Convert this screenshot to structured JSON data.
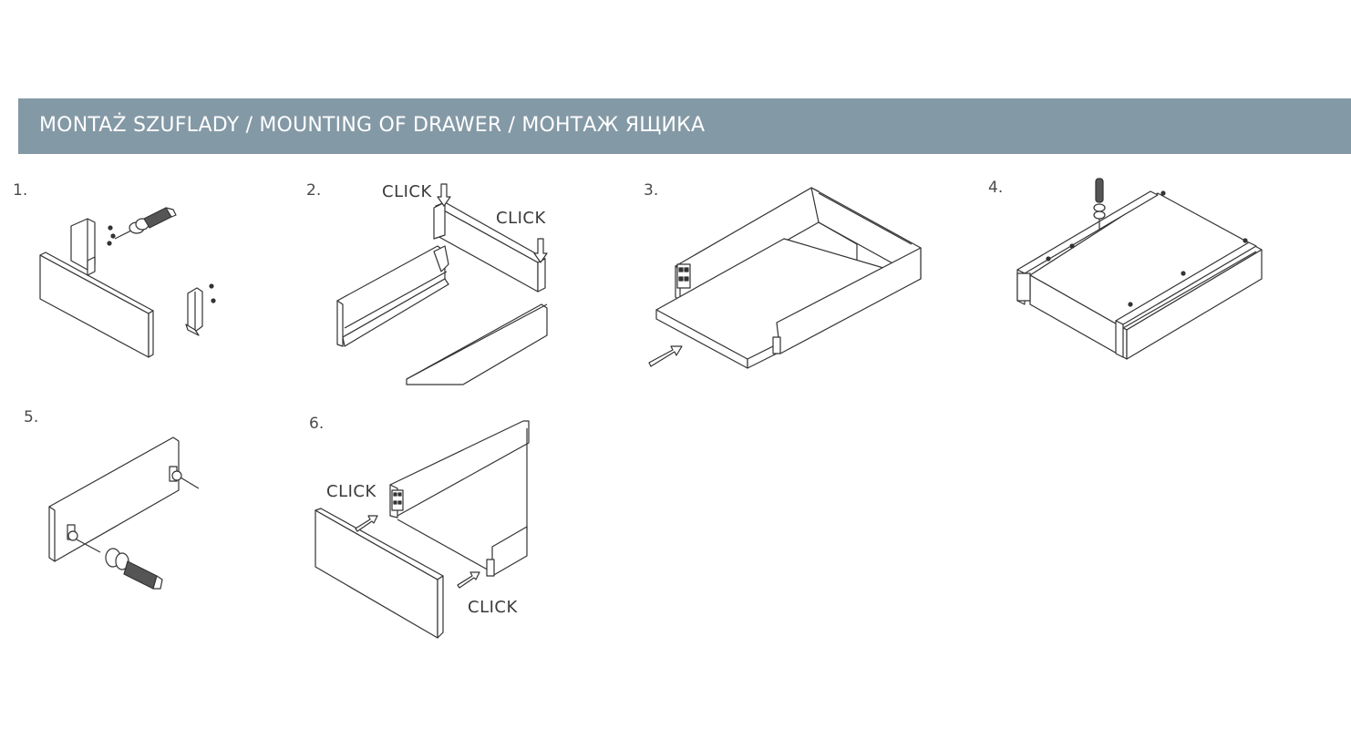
{
  "header": {
    "title": "MONTAŻ SZUFLADY / MOUNTING OF DRAWER / МОНТАЖ ЯЩИКА"
  },
  "steps": [
    {
      "number": "1."
    },
    {
      "number": "2.",
      "labels": [
        "CLICK",
        "CLICK"
      ]
    },
    {
      "number": "3."
    },
    {
      "number": "4."
    },
    {
      "number": "5."
    },
    {
      "number": "6.",
      "labels": [
        "CLICK",
        "CLICK"
      ]
    }
  ],
  "colors": {
    "banner": "#8499a6",
    "banner_text": "#ffffff",
    "line": "#333333",
    "panel": "#d9d9d9"
  }
}
